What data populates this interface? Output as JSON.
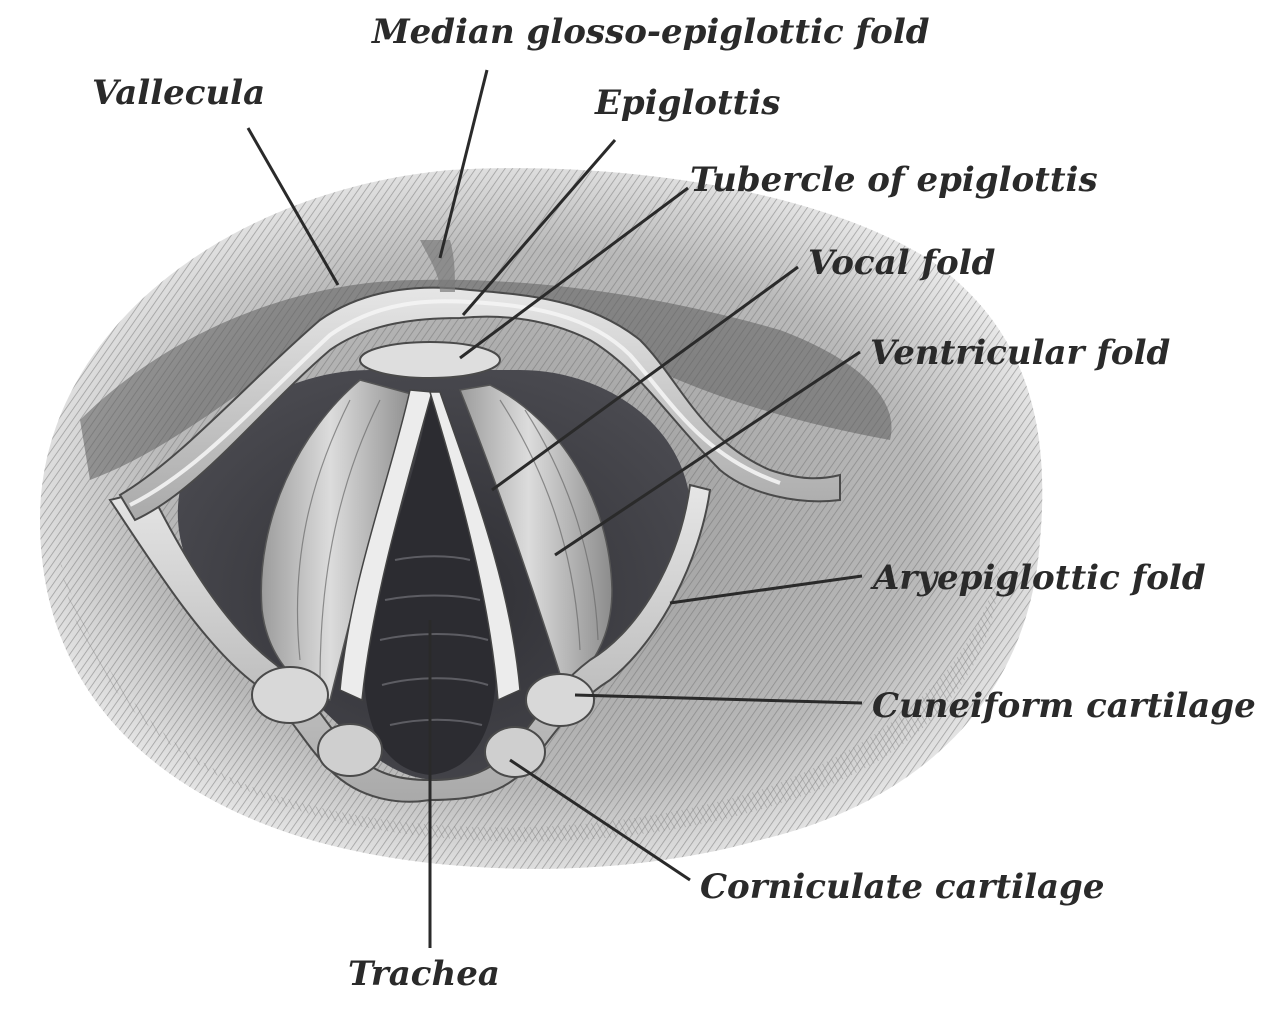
{
  "colors": {
    "ink": "#2a2a2a",
    "background": "#ffffff",
    "tissue_light": "#d9d9d9",
    "tissue_mid": "#a7a7a7",
    "cavity_dark": "#3a3a3e"
  },
  "labels": {
    "median_glosso_epiglottic_fold": "Median glosso-epiglottic fold",
    "vallecula": "Vallecula",
    "epiglottis": "Epiglottis",
    "tubercle_of_epiglottis": "Tubercle of epiglottis",
    "vocal_fold": "Vocal fold",
    "ventricular_fold": "Ventricular fold",
    "aryepiglottic_fold": "Aryepiglottic fold",
    "cuneiform_cartilage": "Cuneiform cartilage",
    "corniculate_cartilage": "Corniculate cartilage",
    "trachea": "Trachea"
  }
}
